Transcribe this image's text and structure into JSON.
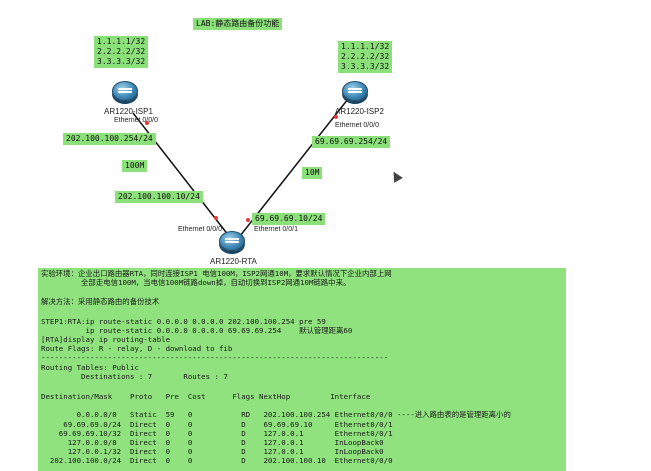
{
  "title": "LAB:静态路由备份功能",
  "isp1": {
    "loopbacks": "1.1.1.1/32\n2.2.2.2/32\n3.3.3.3/32",
    "name": "AR1220-ISP1",
    "port": "Ethernet 0/0/0",
    "link_ip": "202.100.100.254/24",
    "bandwidth": "100M"
  },
  "isp2": {
    "loopbacks": "1.1.1.1/32\n2.2.2.2/32\n3.3.3.3/32",
    "name": "AR1220-ISP2",
    "port": "Ethernet 0/0/0",
    "link_ip": "69.69.69.254/24",
    "bandwidth": "10M"
  },
  "rta": {
    "name": "AR1220-RTA",
    "port_left": "Ethernet 0/0/0",
    "port_right": "Ethernet 0/0/1",
    "ip_left": "202.100.100.10/24",
    "ip_right": "69.69.69.10/24"
  },
  "console": {
    "lines": [
      "实验环境：企业出口路由器RTA，同时连接ISP1 电信100M，ISP2网通10M，要求默认情况下企业内部上网",
      "         全部走电信100M，当电信100M链路down掉，自动切换到ISP2网通10M链路中来。",
      "",
      "解决方法：采用静态路由的备份技术",
      "",
      "STEP1:RTA:ip route-static 0.0.0.0 0.0.0.0 202.100.100.254 pre 59",
      "          ip route-static 0.0.0.0 0.0.0.0 69.69.69.254    默认管理距离60",
      "[RTA]display ip routing-table",
      "Route Flags: R - relay, D - download to fib",
      "------------------------------------------------------------------------------",
      "Routing Tables: Public",
      "         Destinations : 7       Routes : 7",
      "",
      "Destination/Mask    Proto   Pre  Cost      Flags NextHop         Interface",
      "",
      "        0.0.0.0/0   Static  59   0           RD   202.100.100.254 Ethernet0/0/0 ----进入路由表的是管理距离小的",
      "     69.69.69.0/24  Direct  0    0           D    69.69.69.10     Ethernet0/0/1",
      "    69.69.69.10/32  Direct  0    0           D    127.0.0.1       Ethernet0/0/1",
      "      127.0.0.0/8   Direct  0    0           D    127.0.0.1       InLoopBack0",
      "      127.0.0.1/32  Direct  0    0           D    127.0.0.1       InLoopBack0",
      "  202.100.100.0/24  Direct  0    0           D    202.100.100.10  Ethernet0/0/0"
    ]
  }
}
